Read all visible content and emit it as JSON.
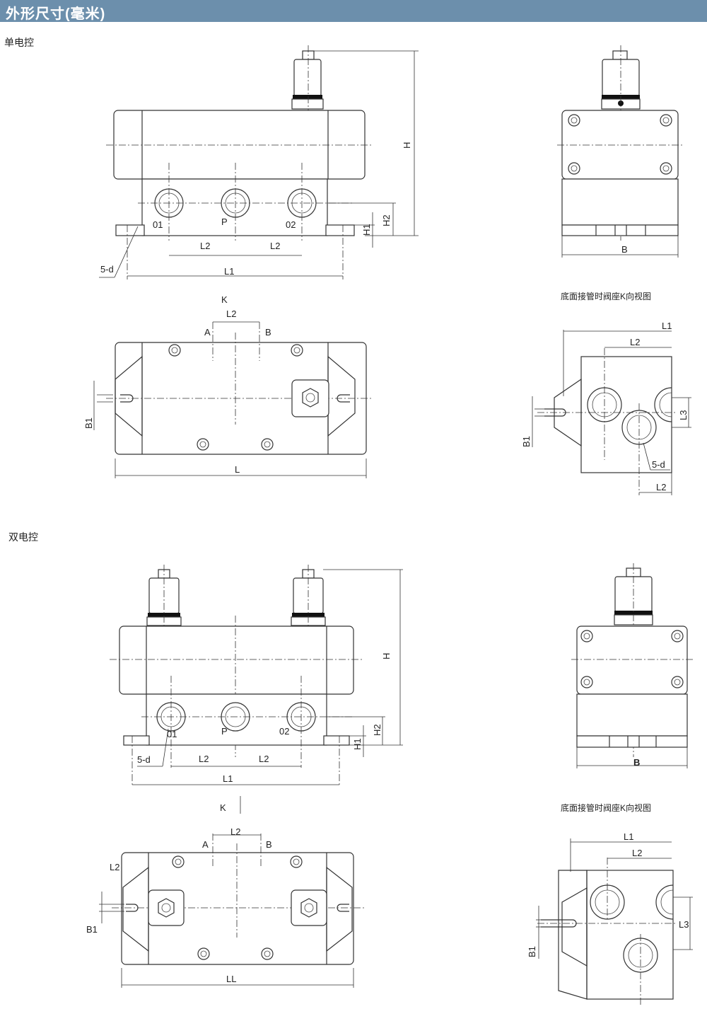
{
  "header": {
    "title": "外形尺寸(毫米)"
  },
  "sections": [
    {
      "label": "单电控"
    },
    {
      "label": "双电控"
    }
  ],
  "view_titles": {
    "k_view_single": "底面接管时阀座K向视图",
    "k_view_double": "底面接管时阀座K向视图"
  },
  "dims": {
    "H": "H",
    "H1": "H1",
    "H2": "H2",
    "L": "L",
    "L1": "L1",
    "L2": "L2",
    "L3": "L3",
    "LL": "LL",
    "B": "B",
    "B1": "B1",
    "d": "5-d",
    "K": "K"
  },
  "ports": {
    "p1": "01",
    "p2": "P",
    "p3": "02",
    "A": "A",
    "Bport": "B"
  }
}
